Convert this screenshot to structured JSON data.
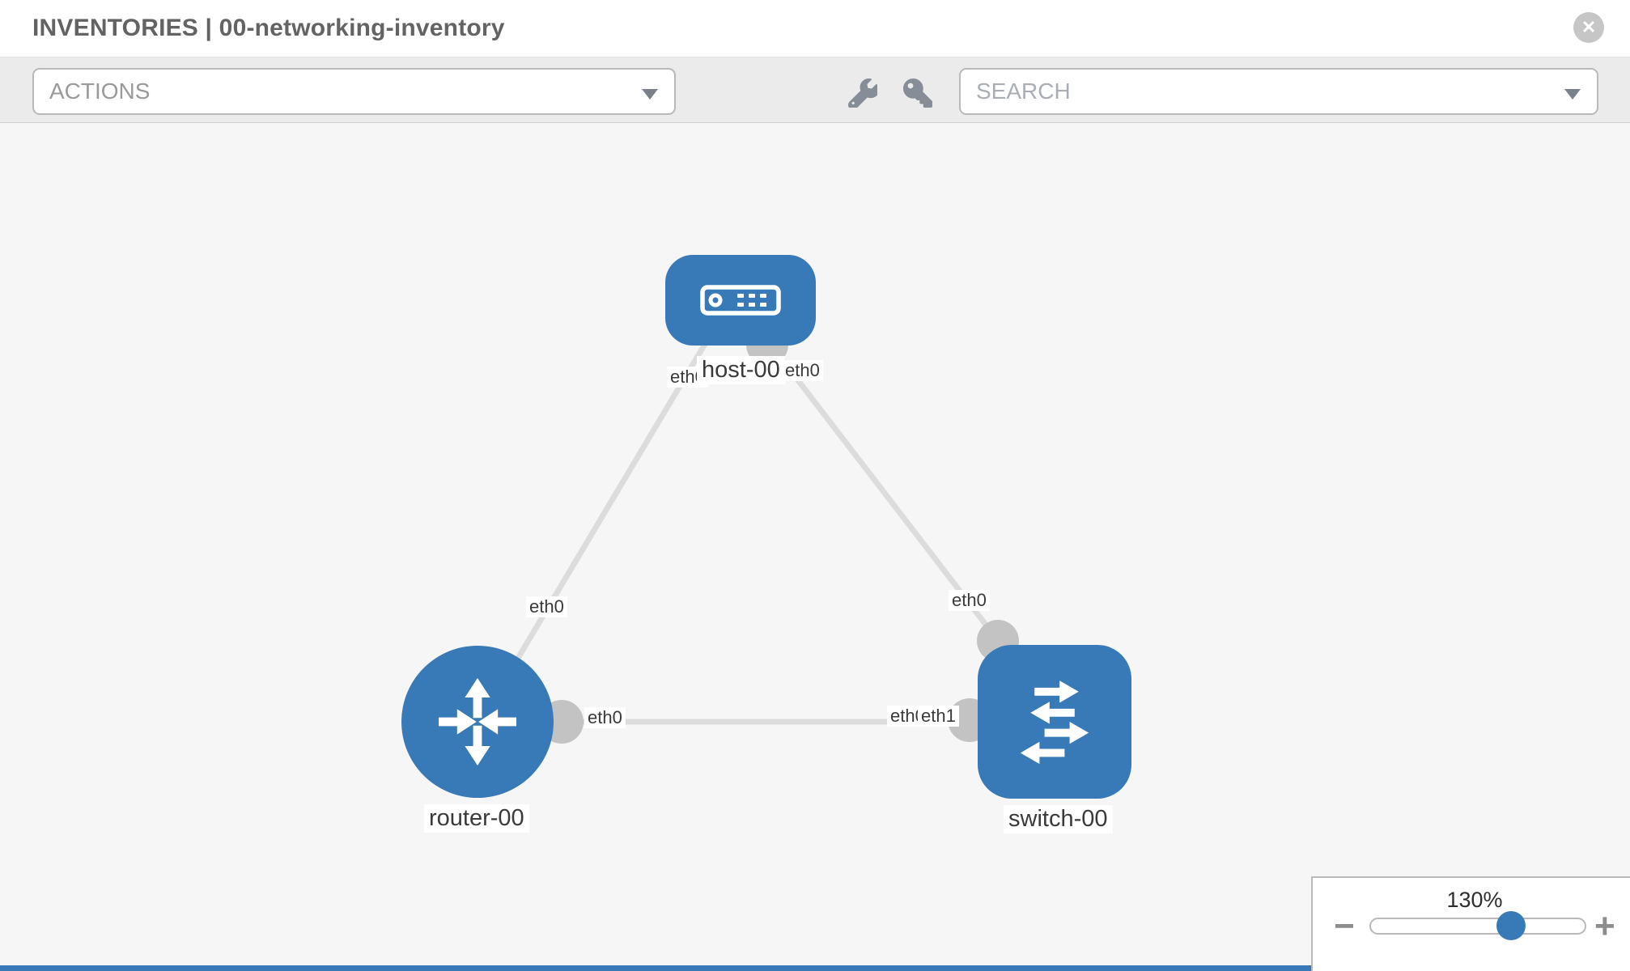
{
  "header": {
    "title": "INVENTORIES | 00-networking-inventory"
  },
  "toolbar": {
    "actions_label": "ACTIONS",
    "search_placeholder": "SEARCH"
  },
  "icons": {
    "close_glyph": "✕"
  },
  "topology": {
    "nodes": [
      {
        "id": "host-00",
        "type": "host",
        "label": "host-00"
      },
      {
        "id": "router-00",
        "type": "router",
        "label": "router-00"
      },
      {
        "id": "switch-00",
        "type": "switch",
        "label": "switch-00"
      }
    ],
    "links": [
      {
        "from": "host-00",
        "from_port": "eth0",
        "to": "router-00",
        "to_port": "eth0"
      },
      {
        "from": "host-00",
        "from_port": "eth0",
        "to": "switch-00",
        "to_port": "eth0"
      },
      {
        "from": "router-00",
        "from_port": "eth0",
        "to": "switch-00",
        "to_port": "eth1"
      }
    ]
  },
  "zoom_control": {
    "level": "130%",
    "zoom_out": "−",
    "zoom_in": "+"
  },
  "colors": {
    "accent_blue": "#377ab7",
    "link_gray": "#dcdcdc",
    "connector_gray": "#c3c3c3",
    "toolbar_gray": "#ebebeb"
  }
}
